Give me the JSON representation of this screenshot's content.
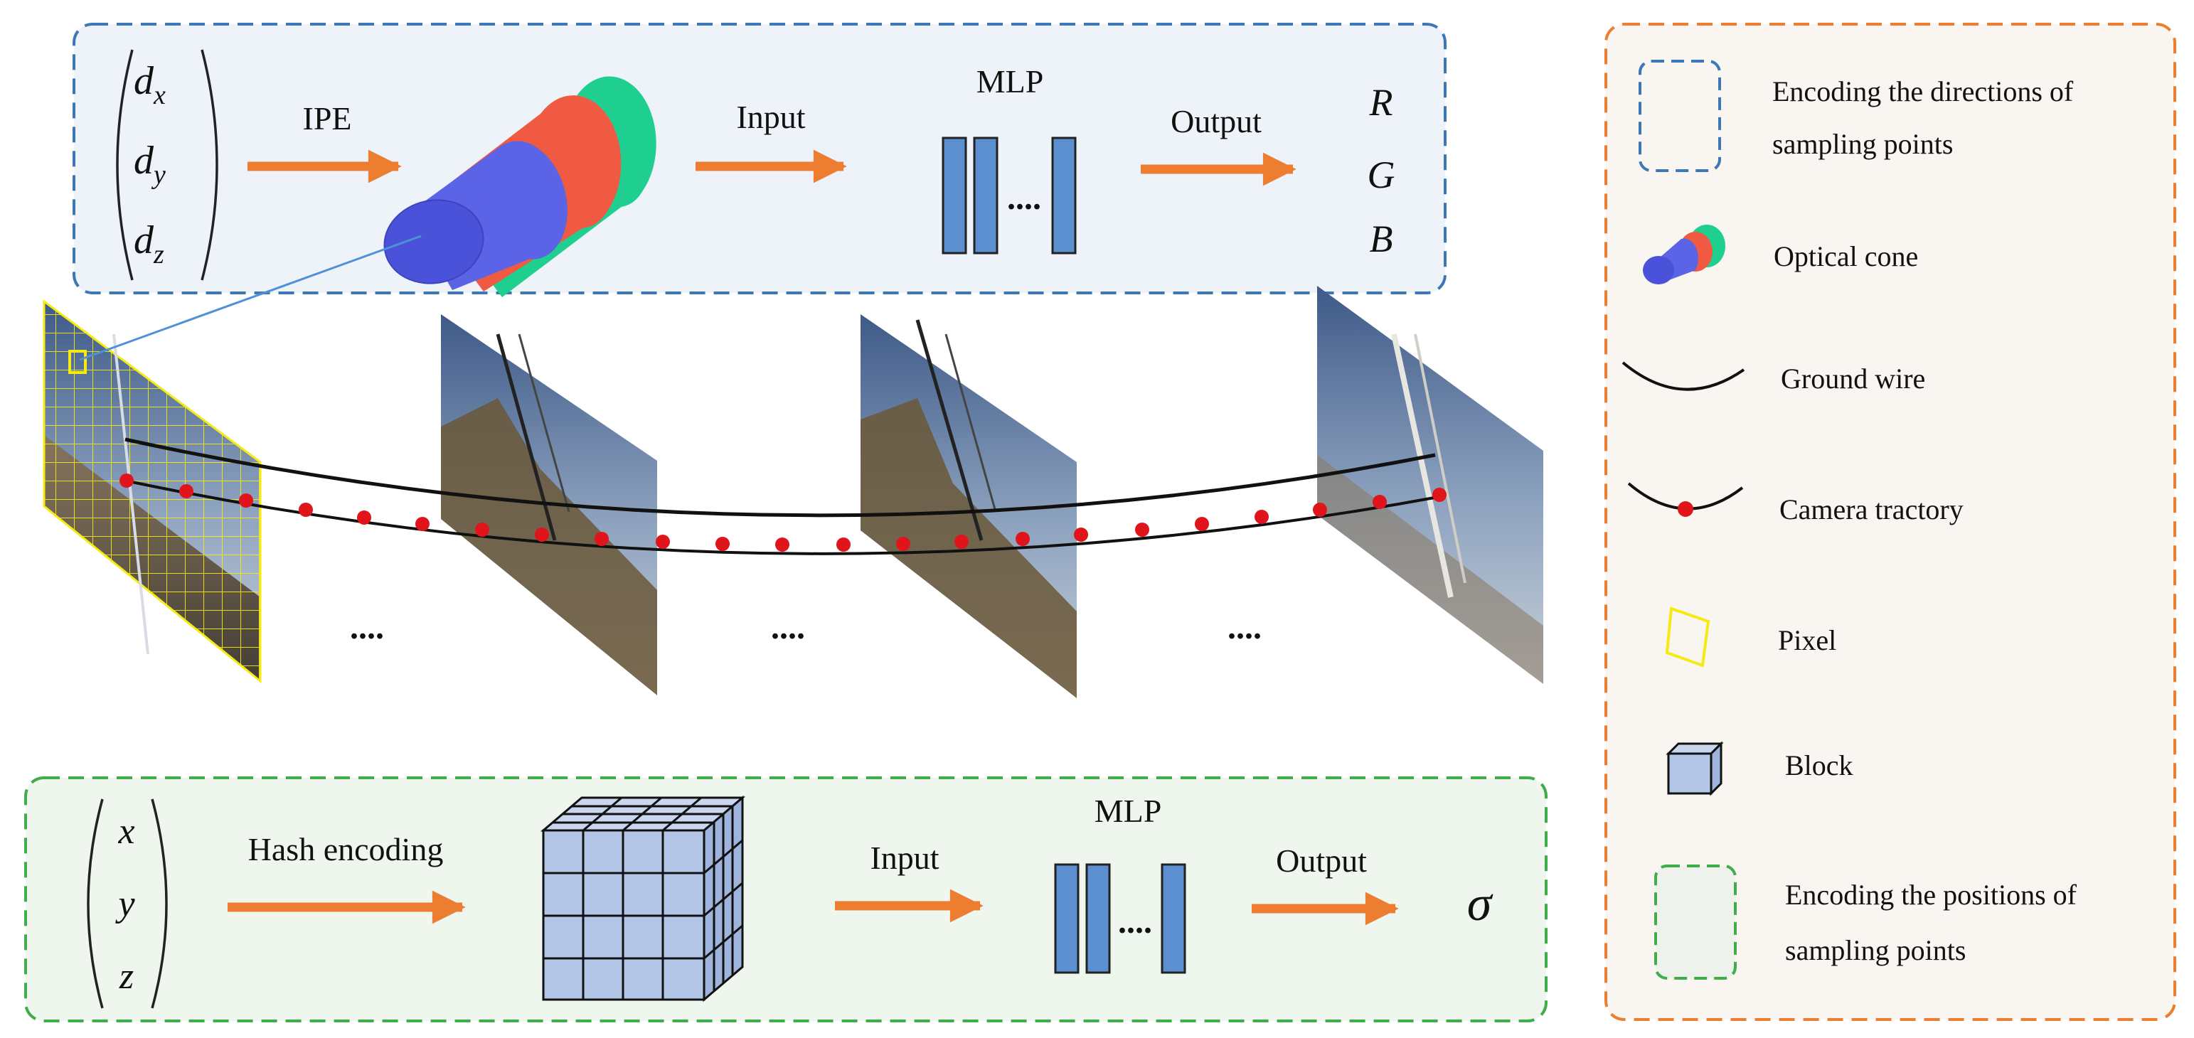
{
  "colors": {
    "blue_box_border": "#3d77b5",
    "blue_box_fill": "#eef3fa",
    "green_box_border": "#3fad4a",
    "green_box_fill": "#eef6ee",
    "legend_border": "#ed7d31",
    "legend_fill": "#f9f5f0",
    "arrow": "#ed7d31",
    "mlp_bar": "#5b8fd0",
    "cube_face": "#b4c6e7",
    "cone_blue": "#5b63e6",
    "cone_red": "#f15a42",
    "cone_green": "#1fcf8f",
    "traj_point": "#e0151b",
    "pixel_outline": "#f5ea12",
    "sky_top": "#3e5a88",
    "sky_bottom": "#bac6d6"
  },
  "top_pipeline": {
    "vector": {
      "sym": "d",
      "sub": [
        "x",
        "y",
        "z"
      ]
    },
    "arrow1_label": "IPE",
    "arrow2_label": "Input",
    "mlp_label": "MLP",
    "mlp_dots": "....",
    "arrow3_label": "Output",
    "outputs": [
      "R",
      "G",
      "B"
    ]
  },
  "bottom_pipeline": {
    "vector": [
      "x",
      "y",
      "z"
    ],
    "arrow1_label": "Hash encoding",
    "arrow2_label": "Input",
    "mlp_label": "MLP",
    "mlp_dots": "....",
    "arrow3_label": "Output",
    "output": "σ"
  },
  "middle": {
    "gap_dots": [
      "....",
      "....",
      "...."
    ]
  },
  "legend": {
    "items": [
      {
        "icon": "dashed-blue-box",
        "lines": [
          "Encoding the directions of",
          "sampling points"
        ]
      },
      {
        "icon": "optical-cone",
        "lines": [
          "Optical cone"
        ]
      },
      {
        "icon": "ground-wire",
        "lines": [
          "Ground wire"
        ]
      },
      {
        "icon": "camera-trajectory",
        "lines": [
          "Camera tractory"
        ]
      },
      {
        "icon": "pixel",
        "lines": [
          "Pixel"
        ]
      },
      {
        "icon": "block",
        "lines": [
          "Block"
        ]
      },
      {
        "icon": "dashed-green-box",
        "lines": [
          "Encoding the positions of",
          "sampling points"
        ]
      }
    ]
  }
}
